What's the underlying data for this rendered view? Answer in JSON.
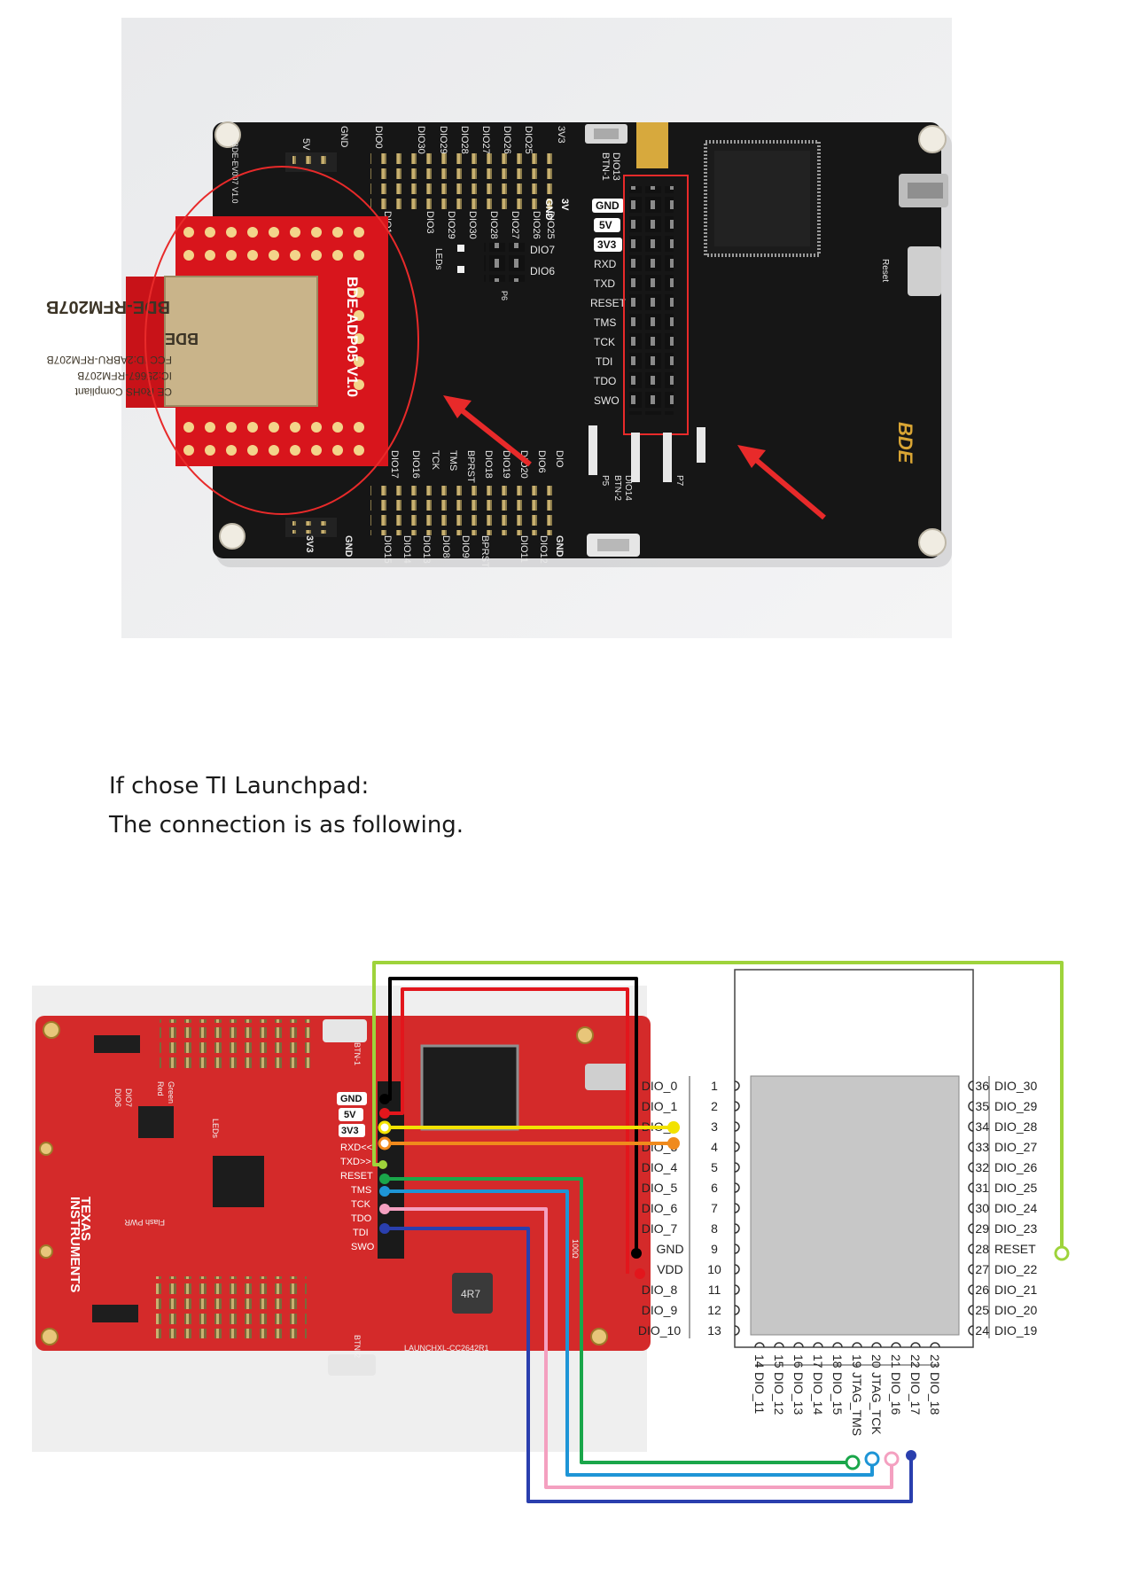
{
  "board1": {
    "top_labels_row1": [
      "GND",
      "DIO1",
      "DIO3",
      "DIO29",
      "DIO30",
      "DIO28",
      "DIO27",
      "DIO26",
      "DIO25",
      "GND",
      "3V"
    ],
    "top_labels_row2": [
      "5V",
      "DIO0",
      "DIO30",
      "DIO29",
      "DIO28",
      "DIO27",
      "DIO26",
      "DIO25",
      "3V3"
    ],
    "side_labels": [
      "GND",
      "5V",
      "3V3",
      "RXD",
      "TXD",
      "RESET",
      "TMS",
      "TCK",
      "TDI",
      "TDO",
      "SWO"
    ],
    "jumper_labels": [
      "DIO7",
      "DIO6"
    ],
    "bottom_labels": [
      "DIO17",
      "DIO16",
      "TCK",
      "TMS",
      "BPRST",
      "DIO18",
      "DIO19",
      "DIO20",
      "DIO6",
      "DIO"
    ],
    "bottom_labels2": [
      "3V3",
      "GND",
      "DIO15",
      "DIO14",
      "DIO13",
      "DIO8",
      "DIO9",
      "BPRST",
      "DIO11",
      "DIO12",
      "GND"
    ],
    "misc_labels": [
      "LEDs",
      "P6",
      "P5",
      "P7",
      "BTN-1",
      "DIO13",
      "BTN-2",
      "DIO14",
      "Reset",
      "BDE-EV007 V1.0"
    ],
    "module_title": "BDE-ADP05 V1.0",
    "module_chip": "BDE-RFM207B",
    "module_fcc": "FCC ID:2ABRU-RFM207B",
    "module_ic": "IC:25667-RFM207B",
    "module_rohs": "CE RoHS Compliant",
    "logo": "BDE"
  },
  "text": {
    "line1": "If chose TI Launchpad:",
    "line2": "The connection is as following."
  },
  "launchpad": {
    "side_labels": [
      "GND",
      "5V",
      "3V3",
      "RXD<<",
      "TXD>>",
      "RESET",
      "TMS",
      "TCK",
      "TDO",
      "TDI",
      "SWO"
    ],
    "brand1": "TEXAS",
    "brand2": "INSTRUMENTS",
    "misc": [
      "LEDs",
      "Red",
      "Green",
      "DIO6",
      "DIO7",
      "Flash PWR",
      "BTN-1",
      "BTN-2",
      "4R7",
      "100Ω",
      "LAUNCHXL-CC2642R1"
    ]
  },
  "module": {
    "left_pins": [
      {
        "name": "DIO_0",
        "num": "1"
      },
      {
        "name": "DIO_1",
        "num": "2"
      },
      {
        "name": "DIO_2",
        "num": "3"
      },
      {
        "name": "DIO_3",
        "num": "4"
      },
      {
        "name": "DIO_4",
        "num": "5"
      },
      {
        "name": "DIO_5",
        "num": "6"
      },
      {
        "name": "DIO_6",
        "num": "7"
      },
      {
        "name": "DIO_7",
        "num": "8"
      },
      {
        "name": "GND",
        "num": "9"
      },
      {
        "name": "VDD",
        "num": "10"
      },
      {
        "name": "DIO_8",
        "num": "11"
      },
      {
        "name": "DIO_9",
        "num": "12"
      },
      {
        "name": "DIO_10",
        "num": "13"
      }
    ],
    "right_pins": [
      {
        "name": "DIO_30",
        "num": "36"
      },
      {
        "name": "DIO_29",
        "num": "35"
      },
      {
        "name": "DIO_28",
        "num": "34"
      },
      {
        "name": "DIO_27",
        "num": "33"
      },
      {
        "name": "DIO_26",
        "num": "32"
      },
      {
        "name": "DIO_25",
        "num": "31"
      },
      {
        "name": "DIO_24",
        "num": "30"
      },
      {
        "name": "DIO_23",
        "num": "29"
      },
      {
        "name": "RESET",
        "num": "28"
      },
      {
        "name": "DIO_22",
        "num": "27"
      },
      {
        "name": "DIO_21",
        "num": "26"
      },
      {
        "name": "DIO_20",
        "num": "25"
      },
      {
        "name": "DIO_19",
        "num": "24"
      }
    ],
    "bottom_pins": [
      {
        "name": "DIO_11",
        "num": "14"
      },
      {
        "name": "DIO_12",
        "num": "15"
      },
      {
        "name": "DIO_13",
        "num": "16"
      },
      {
        "name": "DIO_14",
        "num": "17"
      },
      {
        "name": "DIO_15",
        "num": "18"
      },
      {
        "name": "JTAG_TMS",
        "num": "19"
      },
      {
        "name": "JTAG_TCK",
        "num": "20"
      },
      {
        "name": "DIO_16",
        "num": "21"
      },
      {
        "name": "DIO_17",
        "num": "22"
      },
      {
        "name": "DIO_18",
        "num": "23"
      }
    ]
  },
  "colors": {
    "board_black": "#161616",
    "board_red": "#d42a2a",
    "module_red": "#d8151c",
    "annotation_red": "#e82a2a",
    "wire_lime": "#9ed33b",
    "wire_black": "#000000",
    "wire_red": "#e2161c",
    "wire_yellow": "#f2e200",
    "wire_orange": "#f08a1c",
    "wire_green": "#1aa64a",
    "wire_blue": "#1e95d6",
    "wire_pink": "#f4a0c0",
    "wire_navy": "#2a3fae"
  }
}
